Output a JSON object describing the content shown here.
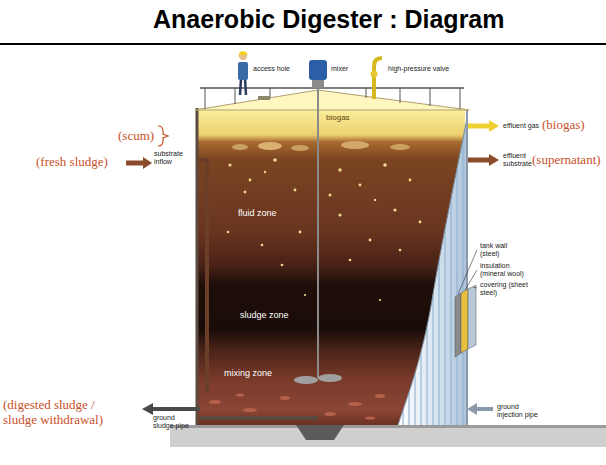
{
  "diagram": {
    "title": "Anaerobic Digester : Diagram",
    "nodes": [
      {
        "text": [
          "biogas"
        ]
      },
      {
        "text": [
          "fluid zone"
        ]
      },
      {
        "text": [
          "sludge zone"
        ]
      },
      {
        "text": [
          "mixing zone"
        ]
      }
    ],
    "labels": [
      "access hole",
      "mixer",
      "high-pressure valve",
      "(scum)",
      "effluent gas",
      "(biogas)",
      "(fresh sludge)",
      "substrate inflow",
      "effluent substrate",
      "(supernatant)",
      "tank wall (steel)",
      "insulation (mineral wool)",
      "covering (sheet steel)",
      "(digested sludge / sludge withdrawal)",
      "ground sludge pipe",
      "ground injection pipe"
    ]
  }
}
